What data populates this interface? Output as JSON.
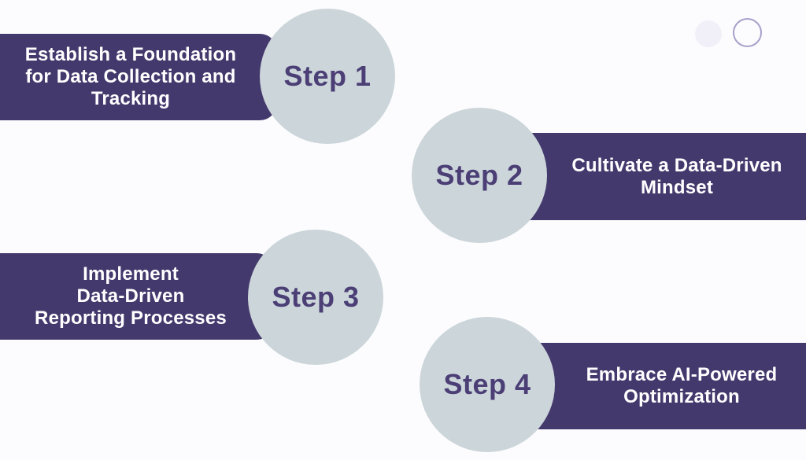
{
  "colors": {
    "bg": "#fcfcfe",
    "bar": "#44396d",
    "bar-text": "#ffffff",
    "circle": "#ccd6da",
    "step-text": "#4b3f76",
    "dot-fill": "#f1f0f9",
    "dot-ring": "#a7a1ca"
  },
  "steps": [
    {
      "label": "Step 1",
      "title": "Establish a Foundation\nfor Data Collection and\nTracking"
    },
    {
      "label": "Step 2",
      "title": "Cultivate a Data-Driven\nMindset"
    },
    {
      "label": "Step 3",
      "title": "Implement\nData-Driven\nReporting Processes"
    },
    {
      "label": "Step 4",
      "title": "Embrace AI-Powered\nOptimization"
    }
  ]
}
